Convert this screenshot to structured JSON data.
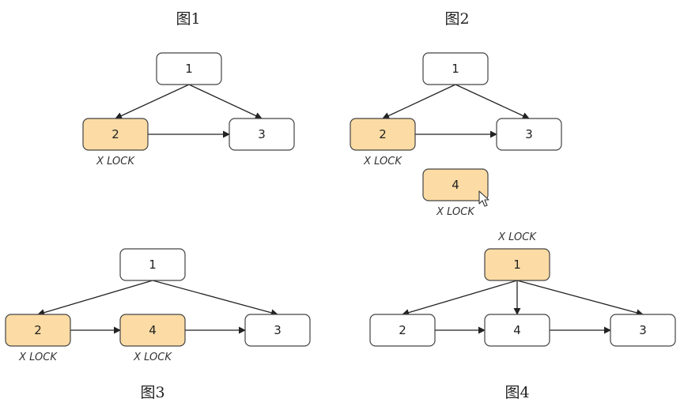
{
  "colors": {
    "locked_fill": "#FCDCA4",
    "plain_fill": "#FFFFFF",
    "stroke": "#444444",
    "edge": "#222222"
  },
  "cursor_icon": "mouse-pointer-icon",
  "figures": [
    {
      "id": "fig1",
      "title": "图1",
      "nodes": [
        {
          "id": "1",
          "label": "1",
          "locked": false,
          "lock_text": ""
        },
        {
          "id": "2",
          "label": "2",
          "locked": true,
          "lock_text": "X LOCK"
        },
        {
          "id": "3",
          "label": "3",
          "locked": false,
          "lock_text": ""
        }
      ],
      "edges": [
        [
          "1",
          "2"
        ],
        [
          "1",
          "3"
        ],
        [
          "2",
          "3"
        ]
      ]
    },
    {
      "id": "fig2",
      "title": "图2",
      "nodes": [
        {
          "id": "1",
          "label": "1",
          "locked": false,
          "lock_text": ""
        },
        {
          "id": "2",
          "label": "2",
          "locked": true,
          "lock_text": "X LOCK"
        },
        {
          "id": "3",
          "label": "3",
          "locked": false,
          "lock_text": ""
        },
        {
          "id": "4",
          "label": "4",
          "locked": true,
          "lock_text": "X LOCK"
        }
      ],
      "edges": [
        [
          "1",
          "2"
        ],
        [
          "1",
          "3"
        ],
        [
          "2",
          "3"
        ]
      ]
    },
    {
      "id": "fig3",
      "title": "图3",
      "nodes": [
        {
          "id": "1",
          "label": "1",
          "locked": false,
          "lock_text": ""
        },
        {
          "id": "2",
          "label": "2",
          "locked": true,
          "lock_text": "X LOCK"
        },
        {
          "id": "4",
          "label": "4",
          "locked": true,
          "lock_text": "X LOCK"
        },
        {
          "id": "3",
          "label": "3",
          "locked": false,
          "lock_text": ""
        }
      ],
      "edges": [
        [
          "1",
          "2"
        ],
        [
          "1",
          "3"
        ],
        [
          "2",
          "4"
        ],
        [
          "4",
          "3"
        ]
      ]
    },
    {
      "id": "fig4",
      "title": "图4",
      "nodes": [
        {
          "id": "1",
          "label": "1",
          "locked": true,
          "lock_text": "X LOCK"
        },
        {
          "id": "2",
          "label": "2",
          "locked": false,
          "lock_text": ""
        },
        {
          "id": "4",
          "label": "4",
          "locked": false,
          "lock_text": ""
        },
        {
          "id": "3",
          "label": "3",
          "locked": false,
          "lock_text": ""
        }
      ],
      "edges": [
        [
          "1",
          "2"
        ],
        [
          "1",
          "4"
        ],
        [
          "1",
          "3"
        ],
        [
          "2",
          "4"
        ],
        [
          "4",
          "3"
        ]
      ]
    }
  ]
}
